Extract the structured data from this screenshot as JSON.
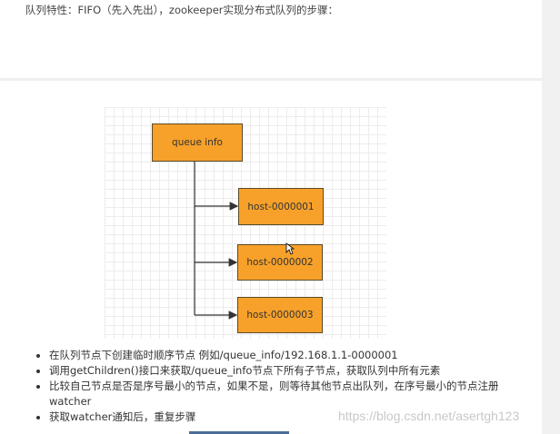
{
  "intro_text": "队列特性：FIFO（先入先出），zookeeper实现分布式队列的步骤：",
  "diagram": {
    "root": "queue info",
    "children": [
      "host-0000001",
      "host-0000002",
      "host-0000003"
    ]
  },
  "steps": [
    "在队列节点下创建临时顺序节点 例如/queue_info/192.168.1.1-0000001",
    "调用getChildren()接口来获取/queue_info节点下所有子节点，获取队列中所有元素",
    "比较自己节点是否是序号最小的节点，如果不是，则等待其他节点出队列，在序号最小的节点注册watcher",
    "获取watcher通知后，重复步骤"
  ],
  "watermark": "https://blog.csdn.net/asertgh123",
  "colors": {
    "node_fill": "#f7a12a"
  }
}
